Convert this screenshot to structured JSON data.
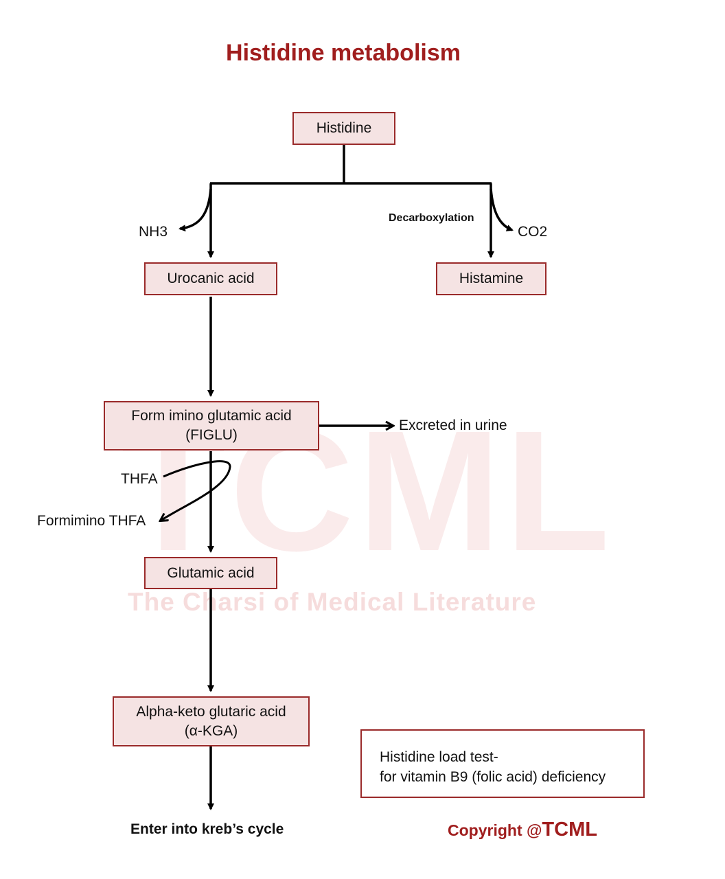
{
  "title": "Histidine metabolism",
  "watermark": {
    "logo_text": "TCML",
    "tagline": "The Charsi of Medical Literature"
  },
  "boxes": {
    "histidine": "Histidine",
    "urocanic_acid": "Urocanic acid",
    "histamine": "Histamine",
    "figlu_line1": "Form imino glutamic acid",
    "figlu_line2": "(FIGLU)",
    "glutamic_acid": "Glutamic acid",
    "akga_line1": "Alpha-keto glutaric acid",
    "akga_line2": "(α-KGA)"
  },
  "labels": {
    "nh3": "NH3",
    "decarboxylation": "Decarboxylation",
    "co2": "CO2",
    "excreted": "Excreted in urine",
    "thfa": "THFA",
    "formimino_thfa": "Formimino THFA",
    "kreb": "Enter into kreb’s cycle"
  },
  "note": {
    "line1": "Histidine load test-",
    "line2": "for vitamin B9 (folic acid) deficiency"
  },
  "copyright": {
    "prefix": "Copyright @",
    "brand": "TCML"
  },
  "colors": {
    "accent": "#a01e1e",
    "box_fill": "#f5e3e3",
    "box_border": "#9a2a2a",
    "line": "#000000"
  }
}
